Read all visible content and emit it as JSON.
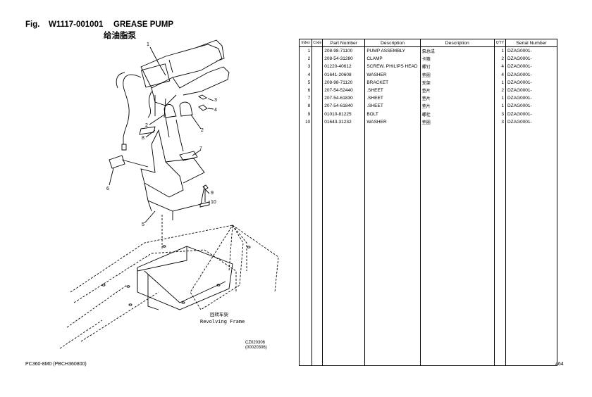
{
  "header": {
    "fig_label": "Fig.",
    "fig_code": "W1117-001001",
    "title": "GREASE PUMP",
    "title_cn": "给油脂泵"
  },
  "drawing": {
    "callouts": [
      "1",
      "2",
      "3",
      "4",
      "2",
      "8",
      "7",
      "6",
      "9",
      "10",
      "5"
    ],
    "frame_label_cn": "回转车架",
    "frame_label": "Revolving Frame",
    "ref_code": "CZ020306",
    "ref_code_sub": "(00020306)"
  },
  "table": {
    "columns": [
      "Index",
      "Code",
      "Part Number",
      "Description",
      "Description",
      "Q'TY",
      "Serial Number"
    ],
    "rows": [
      {
        "index": "1",
        "code": "",
        "part": "208-98-71100",
        "desc": "PUMP ASSEMBLY",
        "desc_cn": "泵总成",
        "qty": "1",
        "serial": "DZAG0001-"
      },
      {
        "index": "2",
        "code": "",
        "part": "208-54-31280",
        "desc": "CLAMP",
        "desc_cn": "卡箍",
        "qty": "2",
        "serial": "DZAG0001-"
      },
      {
        "index": "3",
        "code": "",
        "part": "01220-40612",
        "desc": "SCREW, PHILIPS HEAD",
        "desc_cn": "螺钉",
        "qty": "4",
        "serial": "DZAG0001-"
      },
      {
        "index": "4",
        "code": "",
        "part": "01641-20608",
        "desc": "WASHER",
        "desc_cn": "垫圈",
        "qty": "4",
        "serial": "DZAG0001-"
      },
      {
        "index": "5",
        "code": "",
        "part": "208-98-71120",
        "desc": "BRACKET",
        "desc_cn": "支架",
        "qty": "1",
        "serial": "DZAG0001-"
      },
      {
        "index": "6",
        "code": "",
        "part": "207-54-52440",
        "desc": ".SHEET",
        "desc_cn": "垫片",
        "qty": "2",
        "serial": "DZAG0001-"
      },
      {
        "index": "7",
        "code": "",
        "part": "207-54-61830",
        "desc": ".SHEET",
        "desc_cn": "垫片",
        "qty": "1",
        "serial": "DZAG0001-"
      },
      {
        "index": "8",
        "code": "",
        "part": "207-54-61840",
        "desc": ".SHEET",
        "desc_cn": "垫片",
        "qty": "1",
        "serial": "DZAG0001-"
      },
      {
        "index": "9",
        "code": "",
        "part": "01010-81225",
        "desc": "BOLT",
        "desc_cn": "螺栓",
        "qty": "3",
        "serial": "DZAG0001-"
      },
      {
        "index": "10",
        "code": "",
        "part": "01643-31232",
        "desc": "WASHER",
        "desc_cn": "垫圈",
        "qty": "3",
        "serial": "DZAG0001-"
      }
    ]
  },
  "footer": {
    "model": "PC360-8M0 (PBCH360800)",
    "page": "464"
  }
}
